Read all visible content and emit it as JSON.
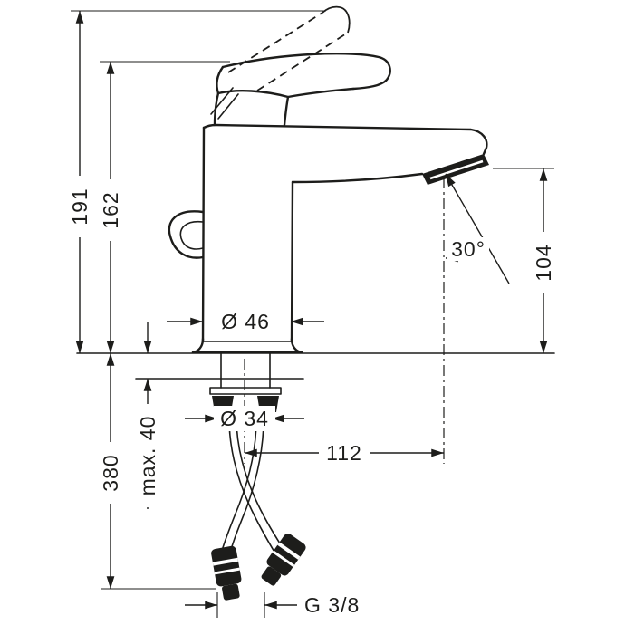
{
  "canvas": {
    "background": "#ffffff",
    "line_color": "#1d1d1b"
  },
  "drawing": {
    "kind": "technical dimension drawing of a single-lever basin mixer faucet with supply hoses"
  },
  "labels": {
    "overall_height": "191",
    "body_height": "162",
    "outlet_height": "104",
    "outlet_angle": "30°",
    "body_diameter": "Ø 46",
    "mounting_hole_diameter": "Ø 34",
    "max_mounting_thickness": "max. 40",
    "hose_length": "380",
    "spout_reach": "112",
    "connection_thread": "G 3/8"
  }
}
